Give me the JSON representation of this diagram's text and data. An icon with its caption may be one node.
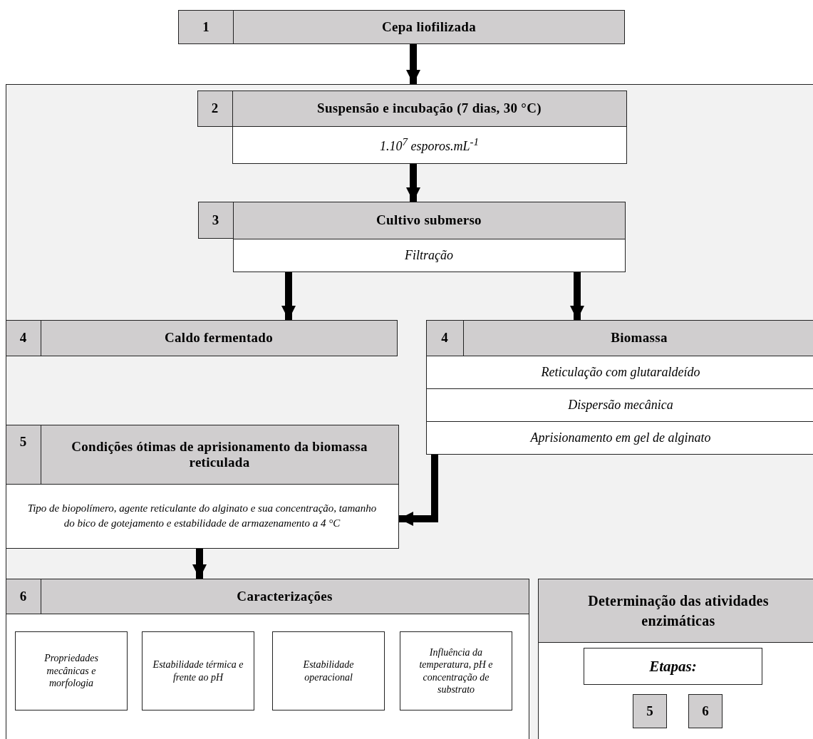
{
  "diagram": {
    "nodes": [
      {
        "text": [
          "1"
        ]
      },
      {
        "text": [
          "Cepa liofilizada"
        ]
      },
      {
        "text": [],
        "shape": "box"
      },
      {
        "text": [
          "2"
        ],
        "in": 2
      },
      {
        "text": [
          "Suspensão e incubação (7 dias, 30 °C)"
        ],
        "in": 2
      },
      {
        "text": [
          "1.10$^{7}$ esporos.mL$^{-1}$"
        ],
        "in": 2
      },
      {
        "text": [
          "3"
        ],
        "in": 2
      },
      {
        "text": [
          "Cultivo submerso"
        ],
        "in": 2
      },
      {
        "text": [
          "Filtração"
        ],
        "in": 2
      },
      {
        "text": [
          "4"
        ],
        "in": 2
      },
      {
        "text": [
          "Caldo fermentado"
        ],
        "in": 2
      },
      {
        "text": [
          "4"
        ],
        "in": 2
      },
      {
        "text": [
          "Biomassa"
        ],
        "in": 2
      },
      {
        "text": [
          "Reticulação com glutaraldeído"
        ],
        "in": 2
      },
      {
        "text": [
          "Dispersão mecânica"
        ],
        "in": 2
      },
      {
        "text": [
          "Aprisionamento em gel de alginato"
        ],
        "in": 2
      },
      {
        "text": [
          "5"
        ],
        "in": 2
      },
      {
        "text": [
          "Condições ótimas de aprisionamento da biomassa reticulada"
        ],
        "in": 2
      },
      {
        "text": [
          "Tipo de biopolímero, agente reticulante do alginato e sua concentração, tamanho do bico de gotejamento e estabilidade de armazenamento a 4 °C"
        ],
        "in": 2
      },
      {
        "text": [
          "6"
        ],
        "in": 2
      },
      {
        "text": [
          "Caracterizações"
        ],
        "in": 2
      },
      {
        "text": [],
        "shape": "box",
        "in": 2
      },
      {
        "text": [
          "Propriedades mecânicas e morfologia"
        ],
        "in": 21
      },
      {
        "text": [
          "Estabilidade térmica e frente ao pH"
        ],
        "in": 21
      },
      {
        "text": [
          "Estabilidade operacional"
        ],
        "in": 21
      },
      {
        "text": [
          "Influência da temperatura, pH e concentração de substrato"
        ],
        "in": 21
      },
      {
        "text": [
          "Determinação das atividades enzimáticas"
        ],
        "in": 2
      },
      {
        "text": [
          "Etapas:"
        ],
        "in": 26
      },
      {
        "text": [
          "5"
        ],
        "in": 26
      },
      {
        "text": [
          "6"
        ],
        "in": 26
      }
    ],
    "edges": [
      {
        "from": 1,
        "to": 2,
        "arrow": "to"
      },
      {
        "from": 5,
        "to": 7,
        "arrow": "to"
      },
      {
        "from": 8,
        "to": 10,
        "arrow": "to"
      },
      {
        "from": 8,
        "to": 12,
        "arrow": "to"
      },
      {
        "from": 15,
        "to": 18,
        "arrow": "to"
      },
      {
        "from": 18,
        "to": 20,
        "arrow": "to"
      }
    ]
  }
}
